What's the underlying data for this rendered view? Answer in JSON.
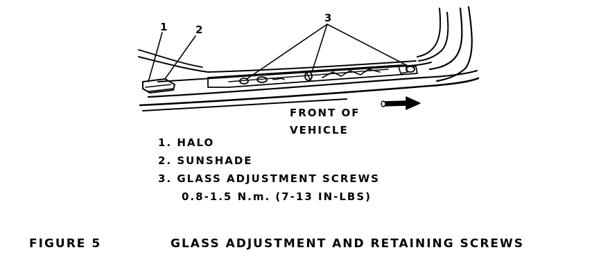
{
  "callouts": {
    "one": "1",
    "two": "2",
    "three": "3"
  },
  "direction_label": {
    "line1": "FRONT OF",
    "line2": "VEHICLE"
  },
  "legend": {
    "item1": "1. HALO",
    "item2": "2. SUNSHADE",
    "item3": "3. GLASS ADJUSTMENT SCREWS",
    "item3_torque": "0.8-1.5 N.m. (7-13 IN-LBS)"
  },
  "caption": {
    "number": "FIGURE 5",
    "title": "GLASS ADJUSTMENT AND RETAINING SCREWS"
  },
  "colors": {
    "ink": "#000000",
    "paper": "#ffffff"
  }
}
